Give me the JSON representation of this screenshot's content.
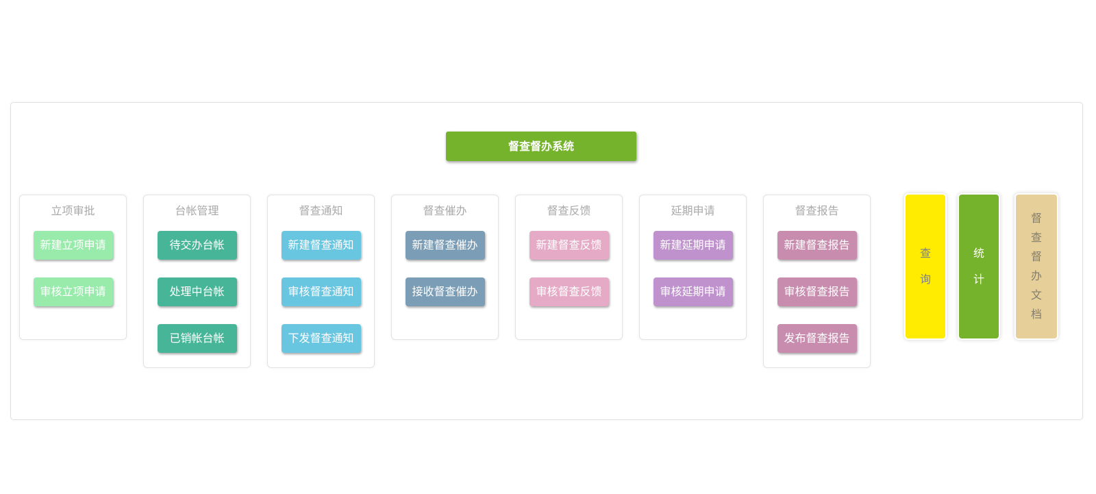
{
  "header": {
    "title": "督查督办系统",
    "bg": "#74b32b"
  },
  "sections": [
    {
      "title": "立项审批",
      "bg": "#98ebab",
      "text_color": "#ffffff",
      "buttons": [
        "新建立项申请",
        "审核立项申请"
      ]
    },
    {
      "title": "台帐管理",
      "bg": "#47b597",
      "text_color": "#ffffff",
      "buttons": [
        "待交办台帐",
        "处理中台帐",
        "已销帐台帐"
      ]
    },
    {
      "title": "督查通知",
      "bg": "#68c6e1",
      "text_color": "#ffffff",
      "buttons": [
        "新建督查通知",
        "审核督查通知",
        "下发督查通知"
      ]
    },
    {
      "title": "督查催办",
      "bg": "#7b9db6",
      "text_color": "#ffffff",
      "buttons": [
        "新建督查催办",
        "接收督查催办"
      ]
    },
    {
      "title": "督查反馈",
      "bg": "#e4aac6",
      "text_color": "#ffffff",
      "buttons": [
        "新建督查反馈",
        "审核督查反馈"
      ]
    },
    {
      "title": "延期申请",
      "bg": "#bf92cd",
      "text_color": "#ffffff",
      "buttons": [
        "新建延期申请",
        "审核延期申请"
      ]
    },
    {
      "title": "督查报告",
      "bg": "#c88cae",
      "text_color": "#ffffff",
      "buttons": [
        "新建督查报告",
        "审核督查报告",
        "发布督查报告"
      ]
    }
  ],
  "side_buttons": [
    {
      "label": "查询",
      "bg": "#ffec00",
      "text_color": "#7f7f7f"
    },
    {
      "label": "统计",
      "bg": "#74b32b",
      "text_color": "#ffffff"
    },
    {
      "label": "督查督办文档",
      "bg": "#e6cf99",
      "text_color": "#837e6d"
    }
  ],
  "colors": {
    "panel_border": "#e0e0e0",
    "section_title_text": "#a9a9a9",
    "page_background": "#ffffff"
  }
}
